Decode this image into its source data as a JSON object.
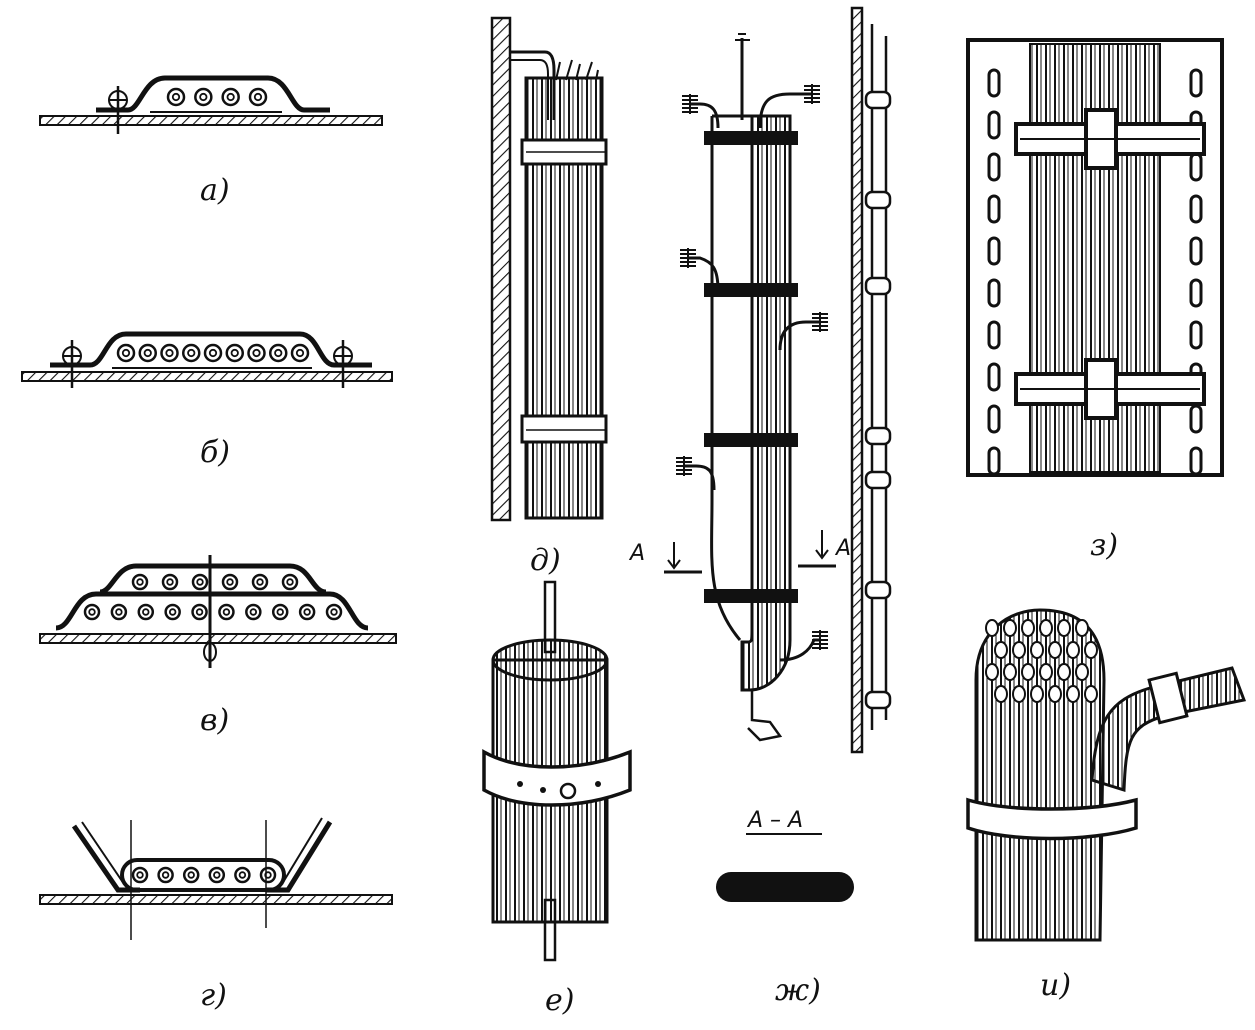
{
  "labels": {
    "a": "а)",
    "b": "б)",
    "v": "в)",
    "g": "г)",
    "d": "д)",
    "e": "е)",
    "zh": "ж)",
    "z": "з)",
    "i": "и)"
  },
  "section": {
    "marker_left": "А",
    "marker_right": "А",
    "title": "А – А"
  },
  "panels": {
    "a": {
      "conductor_count": 4
    },
    "b": {
      "conductor_count": 9
    },
    "v": {
      "top_row_count": 6,
      "bottom_row_count": 10
    },
    "g": {
      "conductor_count": 6
    }
  },
  "colors": {
    "ink": "#111111",
    "paper": "#ffffff"
  }
}
